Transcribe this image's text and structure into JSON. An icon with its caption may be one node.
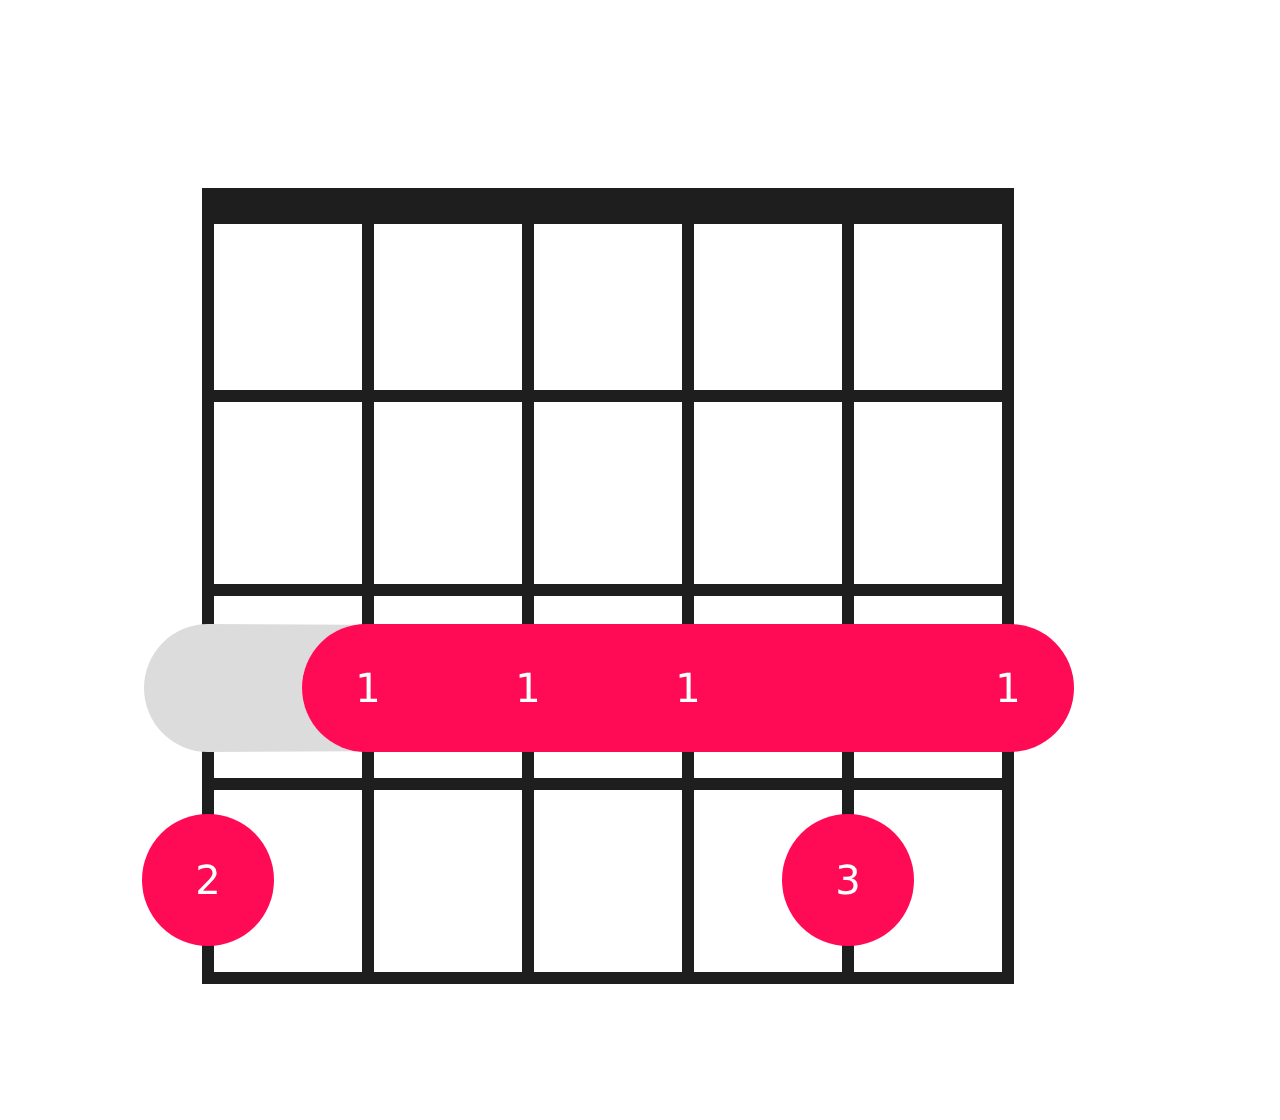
{
  "diagram": {
    "nodes": [
      {
        "text": [],
        "shape": "bar"
      },
      {
        "text": [
          "1",
          "1",
          "1",
          "1"
        ]
      },
      {
        "text": [
          "2"
        ]
      },
      {
        "text": [
          "3"
        ]
      }
    ]
  }
}
